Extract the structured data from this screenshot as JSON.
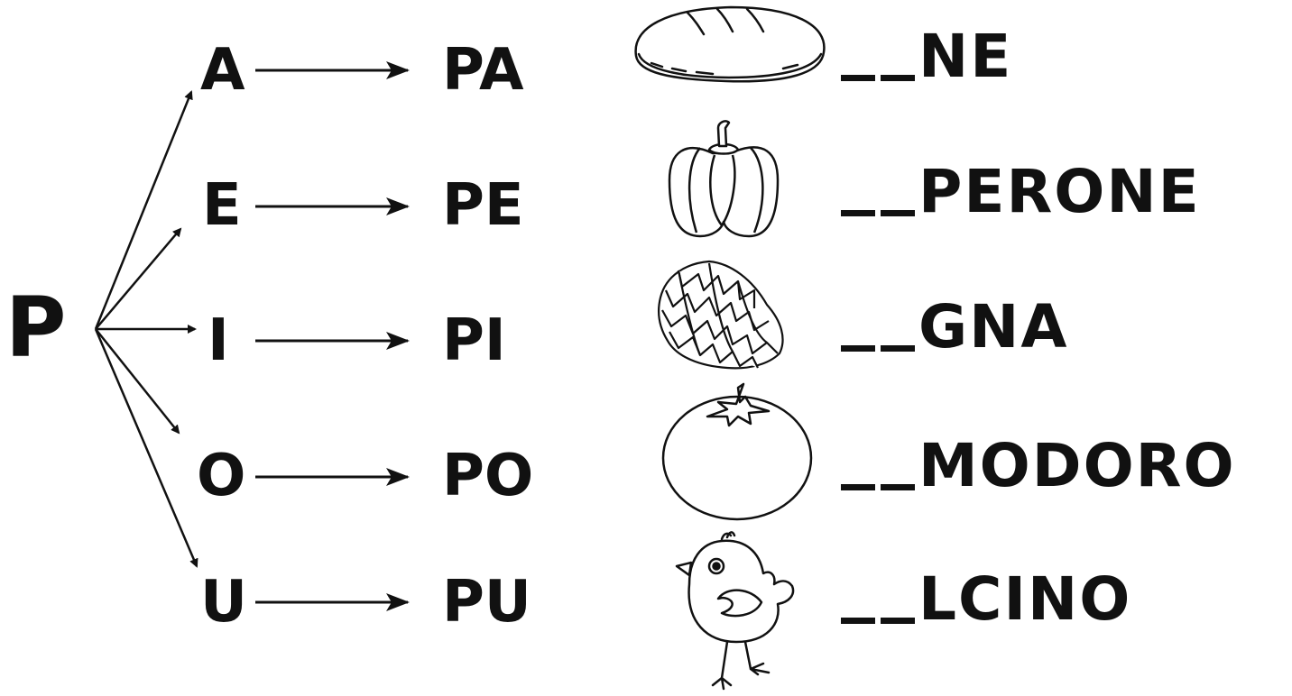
{
  "letter": "P",
  "rows": [
    {
      "vowel": "A",
      "syllable": "PA",
      "icon": "bread-icon",
      "ending": "NE"
    },
    {
      "vowel": "E",
      "syllable": "PE",
      "icon": "pepper-icon",
      "ending": "PERONE"
    },
    {
      "vowel": "I",
      "syllable": "PI",
      "icon": "pinecone-icon",
      "ending": "GNA"
    },
    {
      "vowel": "O",
      "syllable": "PO",
      "icon": "tomato-icon",
      "ending": "MODORO"
    },
    {
      "vowel": "U",
      "syllable": "PU",
      "icon": "chick-icon",
      "ending": "LCINO"
    }
  ],
  "colors": {
    "ink": "#111111",
    "background": "#ffffff"
  }
}
